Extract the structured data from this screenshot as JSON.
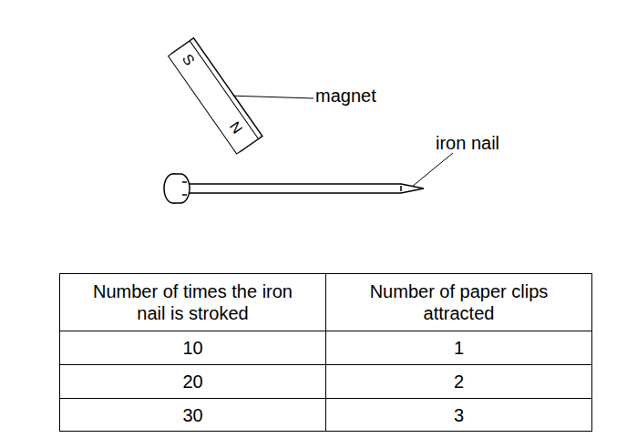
{
  "diagram": {
    "nodes": [
      {
        "text": [
          "S",
          "N"
        ]
      }
    ],
    "labels": [
      "magnet",
      "iron nail",
      "Number of times the iron nail is stroked",
      "Number of paper clips attracted",
      "10",
      "1",
      "20",
      "2",
      "30",
      "3"
    ]
  }
}
